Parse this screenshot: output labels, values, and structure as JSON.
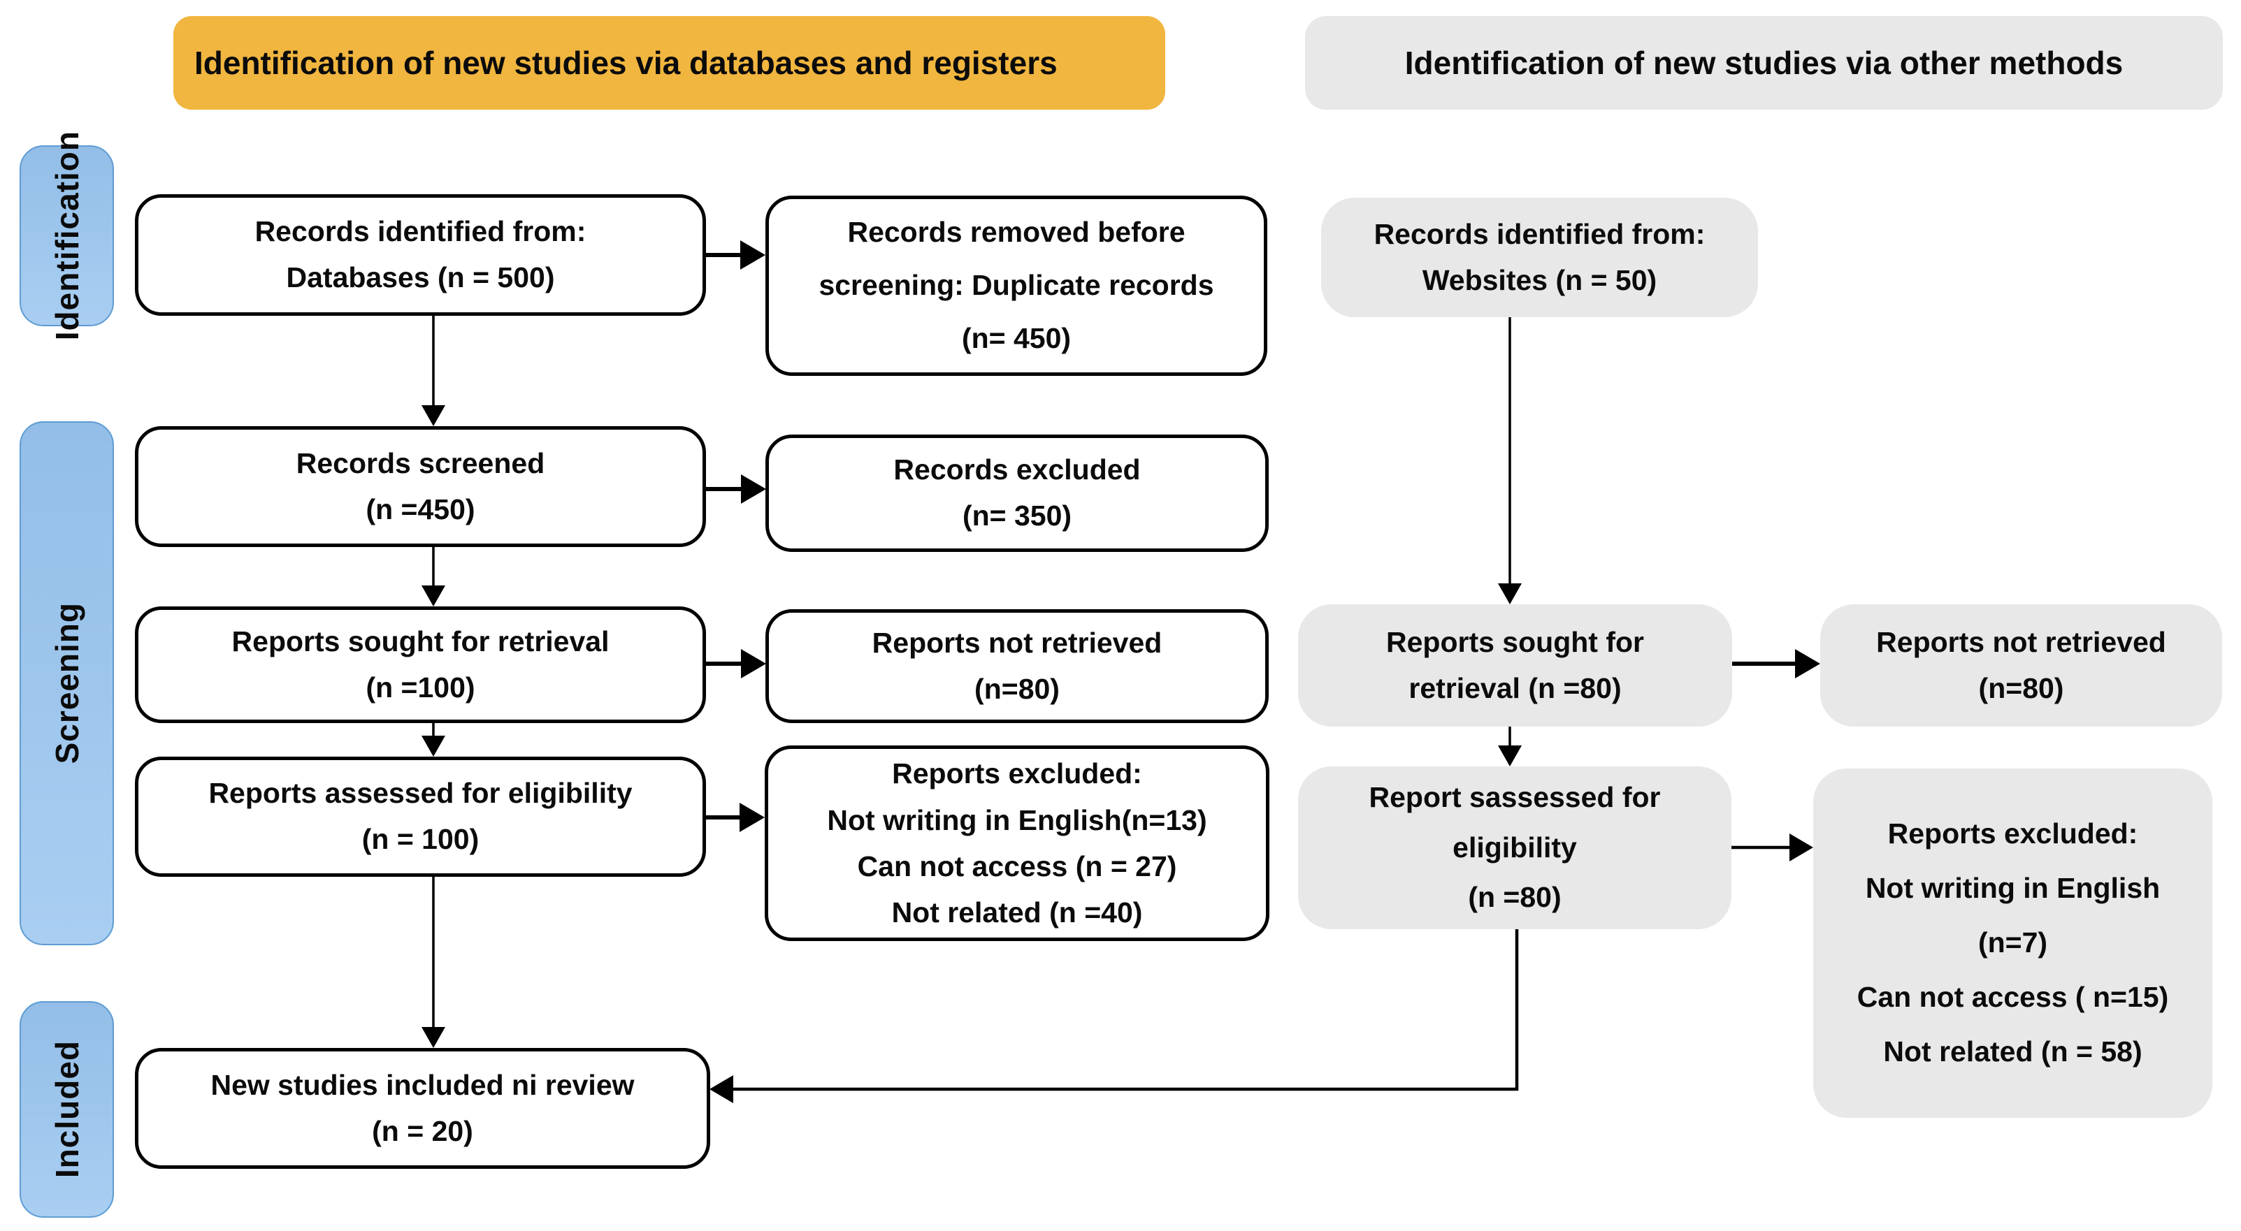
{
  "headers": {
    "databases": "Identification of new studies via databases and registers",
    "other_methods": "Identification of new studies via other methods"
  },
  "sidebar": {
    "identification": "Identification",
    "screening": "Screening",
    "included": "Included"
  },
  "colors": {
    "header_yellow": "#F1B63F",
    "header_gray": "#E8E8E8",
    "gray_box": "#E8E8E8",
    "sidebar_blue_top": "#93BEE7",
    "sidebar_blue_bottom": "#A9CEF2",
    "sidebar_blue_border": "#5E9CD3",
    "box_border": "#000000",
    "arrow": "#000000"
  },
  "boxes": {
    "records_identified_databases": {
      "lines": [
        "Records identified from:",
        "Databases (n = 500)"
      ]
    },
    "records_removed": {
      "lines": [
        "Records removed before",
        "screening: Duplicate records",
        "(n= 450)"
      ]
    },
    "records_screened": {
      "lines": [
        "Records screened",
        "(n =450)"
      ]
    },
    "records_excluded": {
      "lines": [
        "Records excluded",
        "(n= 350)"
      ]
    },
    "reports_sought_databases": {
      "lines": [
        "Reports sought for retrieval",
        "(n =100)"
      ]
    },
    "reports_not_retrieved_databases": {
      "lines": [
        "Reports not retrieved",
        "(n=80)"
      ]
    },
    "reports_assessed_databases": {
      "lines": [
        "Reports assessed for eligibility",
        "(n = 100)"
      ]
    },
    "reports_excluded_databases": {
      "lines": [
        "Reports excluded:",
        "Not writing in English(n=13)",
        "Can not access (n = 27)",
        "Not related (n =40)"
      ]
    },
    "new_studies_included": {
      "lines": [
        "New studies included ni review",
        "(n = 20)"
      ]
    },
    "records_identified_websites": {
      "lines": [
        "Records identified from:",
        "Websites (n = 50)"
      ]
    },
    "reports_sought_other": {
      "lines": [
        "Reports sought for",
        "retrieval (n =80)"
      ]
    },
    "reports_not_retrieved_other": {
      "lines": [
        "Reports not retrieved",
        "(n=80)"
      ]
    },
    "reports_assessed_other": {
      "lines": [
        "Report sassessed for",
        "eligibility",
        "(n =80)"
      ]
    },
    "reports_excluded_other": {
      "lines": [
        "Reports excluded:",
        "Not writing in English",
        "(n=7)",
        "Can not access ( n=15)",
        "Not related (n = 58)"
      ]
    }
  }
}
